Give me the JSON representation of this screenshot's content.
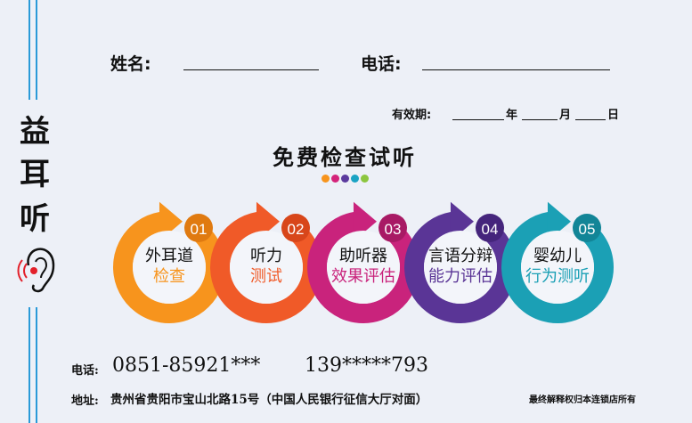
{
  "brand": {
    "chars": [
      "益",
      "耳",
      "听"
    ]
  },
  "form": {
    "name_label": "姓名:",
    "phone_label": "电话:",
    "valid_label": "有效期:",
    "year": "年",
    "month": "月",
    "day": "日"
  },
  "title": "免费检查试听",
  "dots": [
    "#f7941d",
    "#d4237a",
    "#5b3a9e",
    "#1aa3c4",
    "#8cc63f"
  ],
  "steps": [
    {
      "num": "01",
      "line1": "外耳道",
      "line2": "检查",
      "color": "#f7941d",
      "dark": "#e07a10"
    },
    {
      "num": "02",
      "line1": "听力",
      "line2": "测试",
      "color": "#f05a28",
      "dark": "#d8461a"
    },
    {
      "num": "03",
      "line1": "助听器",
      "line2": "效果评估",
      "color": "#c9237c",
      "dark": "#a81a65"
    },
    {
      "num": "04",
      "line1": "言语分辩",
      "line2": "能力评估",
      "color": "#5a3596",
      "dark": "#45257c"
    },
    {
      "num": "05",
      "line1": "婴幼儿",
      "line2": "行为测听",
      "color": "#1ba0b5",
      "dark": "#128597"
    }
  ],
  "footer": {
    "phone_label": "电话:",
    "phone1": "0851-85921***",
    "phone2": "139*****793",
    "address_label": "地址:",
    "address": "贵州省贵阳市宝山北路15号（中国人民银行征信大厅对面）",
    "disclaimer": "最终解释权归本连锁店所有"
  }
}
